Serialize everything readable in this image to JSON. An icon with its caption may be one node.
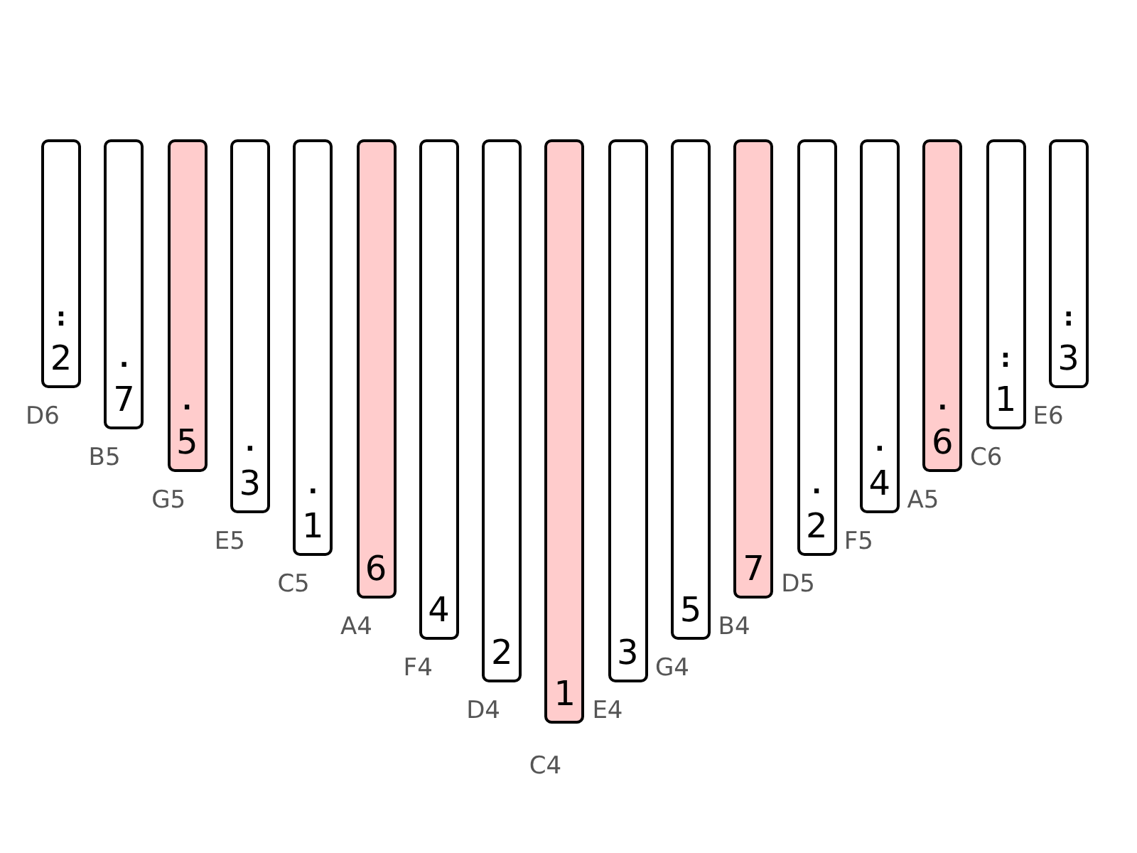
{
  "diagram": {
    "nodes": [
      {
        "text": [
          ":",
          "2"
        ],
        "beside": [
          "D6"
        ]
      },
      {
        "text": [
          ".",
          "7"
        ],
        "beside": [
          "B5"
        ]
      },
      {
        "text": [
          ".",
          "5"
        ],
        "beside": [
          "G5"
        ]
      },
      {
        "text": [
          ".",
          "3"
        ],
        "beside": [
          "E5"
        ]
      },
      {
        "text": [
          ".",
          "1"
        ],
        "beside": [
          "C5"
        ]
      },
      {
        "text": [
          "6"
        ],
        "beside": [
          "A4"
        ]
      },
      {
        "text": [
          "4"
        ],
        "beside": [
          "F4"
        ]
      },
      {
        "text": [
          "2"
        ],
        "beside": [
          "D4"
        ]
      },
      {
        "text": [
          "1"
        ],
        "beside": [
          "C4"
        ]
      },
      {
        "text": [
          "3"
        ],
        "beside": [
          "E4"
        ]
      },
      {
        "text": [
          "5"
        ],
        "beside": [
          "G4"
        ]
      },
      {
        "text": [
          "7"
        ],
        "beside": [
          "B4"
        ]
      },
      {
        "text": [
          ".",
          "2"
        ],
        "beside": [
          "D5"
        ]
      },
      {
        "text": [
          ".",
          "4"
        ],
        "beside": [
          "F5"
        ]
      },
      {
        "text": [
          ".",
          "6"
        ],
        "beside": [
          "A5"
        ]
      },
      {
        "text": [
          ":",
          "1"
        ],
        "beside": [
          "C6"
        ]
      },
      {
        "text": [
          ":",
          "3"
        ],
        "beside": [
          "E6"
        ]
      }
    ]
  }
}
